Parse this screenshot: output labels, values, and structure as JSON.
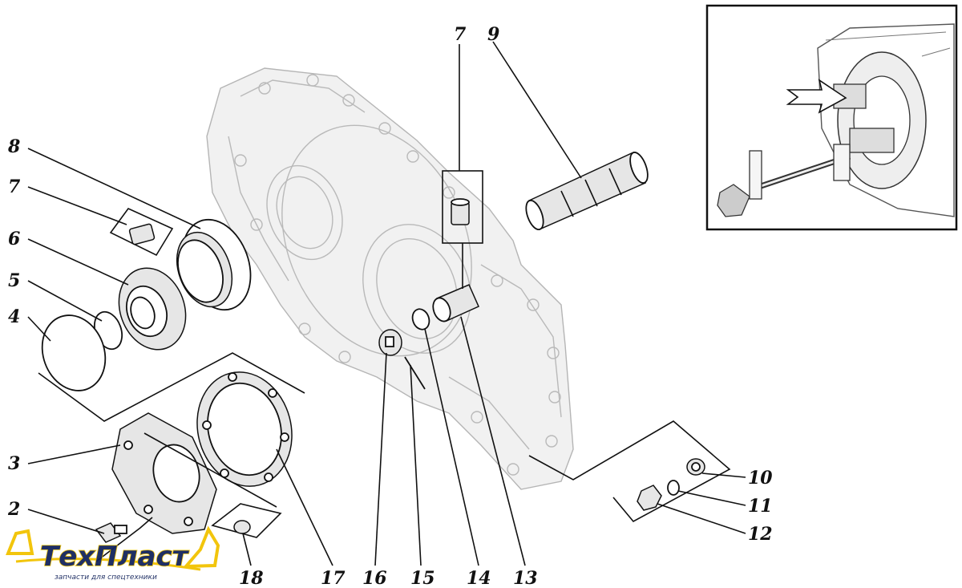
{
  "callouts": {
    "c1": "7",
    "c2": "9",
    "c3": "8",
    "c4": "7",
    "c5": "6",
    "c6": "5",
    "c7": "4",
    "c8": "3",
    "c9": "2",
    "c10": "18",
    "c11": "17",
    "c12": "16",
    "c13": "15",
    "c14": "14",
    "c15": "13",
    "c16": "10",
    "c17": "11",
    "c18": "12"
  },
  "watermark": {
    "brand": "ТехПласт",
    "tagline": "запчасти для спецтехники",
    "colors": {
      "text": "#14245c",
      "accent": "#f2c200"
    }
  },
  "inset": {
    "arrow_icon": "pointer-arrow-icon"
  }
}
